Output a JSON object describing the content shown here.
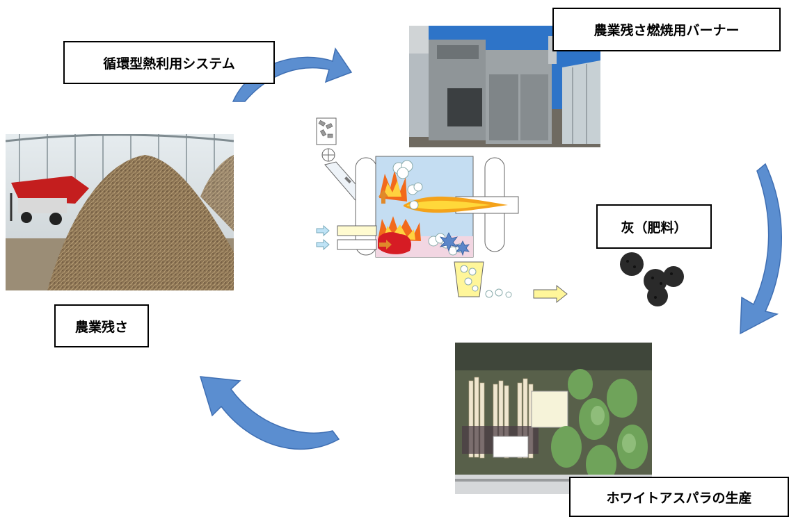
{
  "labels": {
    "system": "循環型熱利用システム",
    "burner": "農業残さ燃焼用バーナー",
    "ash": "灰（肥料）",
    "residue": "農業残さ",
    "asparagus": "ホワイトアスパラの生産"
  },
  "photos": {
    "residue": "crop-residue-pile-photo",
    "burner": "burner-unit-photo",
    "asparagus": "white-asparagus-display-photo"
  },
  "icons": [
    "cycle-arrow-icon",
    "ash-pellets-icon",
    "burner-schematic"
  ],
  "colors": {
    "arrow": "#5b8ed0",
    "arrow_edge": "#3f6fb3",
    "label_border": "#000000"
  }
}
